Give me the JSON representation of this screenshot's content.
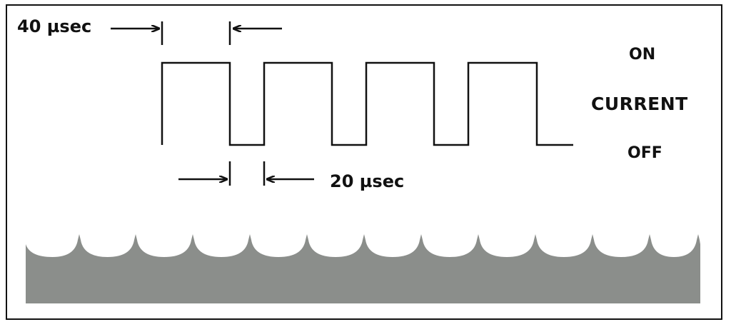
{
  "labels": {
    "period_on": "40 µsec",
    "period_off": "20 µsec",
    "state_on": "ON",
    "axis_name": "CURRENT",
    "state_off": "OFF"
  },
  "waveform": {
    "pulse_count": 4,
    "on_duration_usec": 40,
    "off_duration_usec": 20
  },
  "colors": {
    "line": "#111111",
    "surface": "#8b8e8b",
    "background": "#ffffff"
  }
}
